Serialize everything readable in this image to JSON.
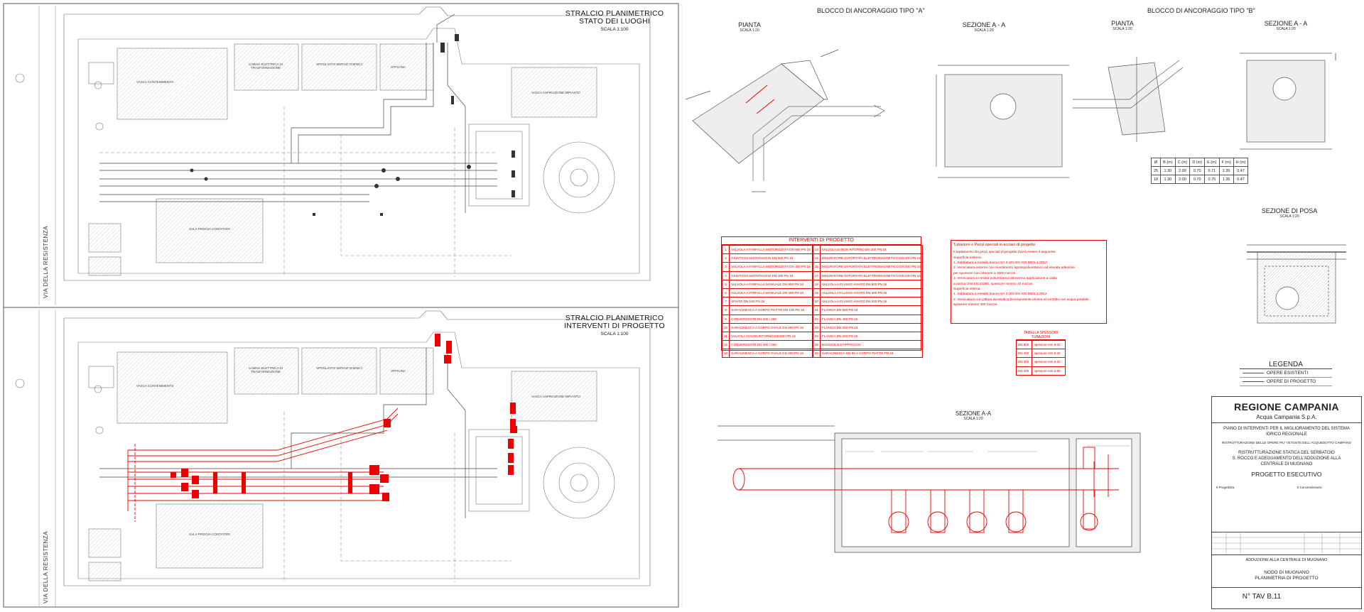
{
  "sheet": {
    "top_panel": {
      "title_line1": "STRALCIO PLANIMETRICO",
      "title_line2": "STATO DEI LUOGHI",
      "scale": "SCALA 1:100"
    },
    "bottom_panel": {
      "title_line1": "STRALCIO PLANIMETRICO",
      "title_line2": "INTERVENTI DI PROGETTO",
      "scale": "SCALA 1:100"
    },
    "road_label": "VIA DELLA RESISTENZA",
    "plan_rooms": [
      "VASCA CONTENIMENTO",
      "CABINA ELETTRICA DI TRASFORMAZIONE",
      "SPOGLIATOI SERVIZI IGIENICI",
      "OFFICINA",
      "VASCA ASPIRAZIONE IMPIANTO",
      "SALA FRIGGIA CONTATORI"
    ],
    "anchor_a": {
      "title": "BLOCCO DI ANCORAGGIO TIPO \"A\"",
      "plan": "PIANTA",
      "plan_scale": "SCALA 1:20",
      "section": "SEZIONE  A - A",
      "section_scale": "SCALA 1:20"
    },
    "anchor_b": {
      "title": "BLOCCO DI ANCORAGGIO TIPO \"B\"",
      "plan": "PIANTA",
      "plan_scale": "SCALA 1:20",
      "section": "SEZIONE  A - A",
      "section_scale": "SCALA 1:20"
    },
    "dim_table": {
      "headers": [
        "Ø",
        "B (m)",
        "C (m)",
        "D (m)",
        "E (m)",
        "F (m)",
        "H (m)"
      ],
      "rows": [
        [
          "25",
          "1.30",
          "2.00",
          "0.70",
          "0.71",
          "1.35",
          "0.47"
        ],
        [
          "18",
          "1.30",
          "2.00",
          "0.70",
          "0.75",
          "1.35",
          "0.47"
        ]
      ]
    },
    "posa": {
      "title": "SEZIONE DI POSA",
      "scale": "SCALA 1:20"
    },
    "interventi": {
      "title": "INTERVENTI DI PROGETTO",
      "left": [
        {
          "n": "1",
          "text": "VALVOLA A FARFALLA MOTORIZZATA DN 800 PN 16"
        },
        {
          "n": "2",
          "text": "GIUNTO DI SMONTAGGIO DN 800 PN 16"
        },
        {
          "n": "3",
          "text": "VALVOLA A FARFALLA MOTORIZZATA DN 400 PN 16"
        },
        {
          "n": "4",
          "text": "GIUNTO DI SMONTAGGIO DN 400 PN 16"
        },
        {
          "n": "5",
          "text": "VALVOLA A FARFALLA MANUALE DN 800 PN 16"
        },
        {
          "n": "6",
          "text": "VALVOLA A FARFALLA MANUALE DN 400 PN 16"
        },
        {
          "n": "7",
          "text": "SFIATO DN 100 PN 16"
        },
        {
          "n": "8",
          "text": "SARACINESCA A CORPO PIATTO DN 100 PN 16"
        },
        {
          "n": "9",
          "text": "CONVERGENTE DN 400 / 200"
        },
        {
          "n": "10",
          "text": "SARACINESCA A CORPO OVALE DN 800 PN 16"
        },
        {
          "n": "11",
          "text": "VALVOLA DI NON RITORNO DN 800 PN 16"
        },
        {
          "n": "12",
          "text": "CONVERGENTE DN 400 / 200"
        },
        {
          "n": "13",
          "text": "SARACINESCA A CORPO OVALE DN 300 PN 16"
        }
      ],
      "right": [
        {
          "n": "14",
          "text": "VALVOLA DI NON RITORNO DN 200 PN 16"
        },
        {
          "n": "15",
          "text": "MISURATORE DI PORTATA ELETTROMAGNETICO DN 300 PN 16"
        },
        {
          "n": "16",
          "text": "MISURATORE DI PORTATA ELETTROMAGNETICO DN 400 PN 16"
        },
        {
          "n": "17",
          "text": "MISURATORE DI PORTATA ELETTROMAGNETICO DN 200 PN 16"
        },
        {
          "n": "18",
          "text": "VALVOLA A FLUSSO AVIATO DN 800 PN 16"
        },
        {
          "n": "19",
          "text": "VALVOLA A FLUSSO AVIATO DN 400 PN 16"
        },
        {
          "n": "20",
          "text": "VALVOLA A FLUSSO AVIATO DN 200 PN 16"
        },
        {
          "n": "21",
          "text": "FLANGIA DN 800 PN 16"
        },
        {
          "n": "22",
          "text": "FLANGIA DN 400 PN 16"
        },
        {
          "n": "23",
          "text": "FLANGIA DN 300 PN 16"
        },
        {
          "n": "24",
          "text": "FLANGIA DN 200 PN 16"
        },
        {
          "n": "25",
          "text": "BAGGIOLO D'APPOGGIO"
        },
        {
          "n": "26",
          "text": "SARACINESCA DN 80 A CORPO PIATTO PN 16"
        }
      ]
    },
    "notes": {
      "title": "Tubazioni e Pezzi speciali in acciaio di progetto",
      "lines": [
        "Il trattamento dei pezzi speciali di progetto dovrà essere il seguente:",
        "Superficie esterna:",
        "1.   Sabbiatura a metallo bianco SA 3 UNI EN ISO 8501-1:2012;",
        "2.   Verniciatura esterna con rivestimento epossipoliuretanico ad elevata adesione",
        "      per spessore non inferiore a 1000 micron.",
        "3.   Verniciatura in resina poliuretanica attraverso applicazione a caldo",
        "      a norma UNI EN 10290, spessore minimo 40 micron.",
        "Superficie interna:",
        "1.   Sabbiatura a metallo bianco SA 3 UNI EN ISO 8501-1:2012",
        "2.   Verniciatura con pittura epossidica bicomponente idonea al contatto con acqua potabile",
        "      spessore minimo 400 micron."
      ]
    },
    "thickness": {
      "title": "TABELLA SPESSORI TUBAZIONI",
      "rows": [
        [
          "DN 800",
          "spessore mm 8.00"
        ],
        [
          "DN 400",
          "spessore mm 6.30"
        ],
        [
          "DN 300",
          "spessore mm 5.20"
        ],
        [
          "DN 200",
          "spessore mm 2.90"
        ]
      ]
    },
    "legend": {
      "title": "LEGENDA",
      "existing": "OPERE ESISTENTI",
      "project": "OPERE DI PROGETTO"
    },
    "section_bottom": {
      "title": "SEZIONE A-A",
      "scale": "SCALA 1:20"
    },
    "titleblock": {
      "region": "REGIONE CAMPANIA",
      "company": "Acqua Campania S.p.A.",
      "plan_line1": "PIANO DI INTERVENTI PER IL MIGLIORAMENTO DEL SISTEMA",
      "plan_line2": "IDRICO REGIONALE",
      "work": "RISTRUTTURAZIONE DELLE OPERE PIU' VETUSTE DELL'ACQUEDOTTO CAMPANO",
      "desc_line1": "RISTRUTTURAZIONE STATICA DEL SERBATOIO",
      "desc_line2": "S. ROCCO E ADEGUAMENTO DELL'ADDUZIONE ALLA",
      "desc_line3": "CENTRALE DI MUGNANO",
      "phase": "PROGETTO ESECUTIVO",
      "role_left": "Il Progettista:",
      "role_right": "Il Concessionario:",
      "subject": "ADDUZIONE ALLA CENTRALE DI MUGNANO",
      "node_line1": "NODO DI MUGNANO",
      "node_line2": "PLANIMETRIA DI PROGETTO",
      "tav": "N° TAV B.11"
    }
  }
}
